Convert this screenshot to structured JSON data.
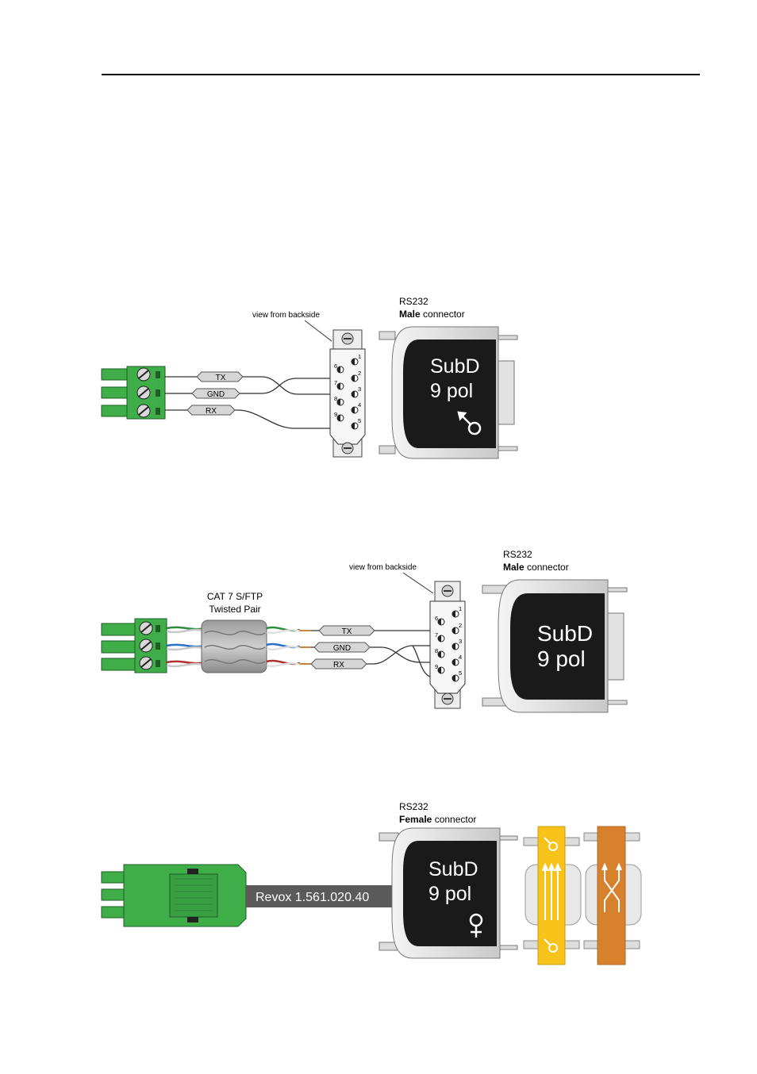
{
  "diagram1": {
    "view_label": "view from backside",
    "connector_type": "RS232",
    "connector_bold": "Male",
    "connector_rest": " connector",
    "subd_line1": "SubD",
    "subd_line2": "9 pol",
    "signals": [
      "TX",
      "GND",
      "RX"
    ],
    "pins": [
      "1",
      "2",
      "3",
      "4",
      "5",
      "6",
      "7",
      "8",
      "9"
    ]
  },
  "diagram2": {
    "view_label": "view from backside",
    "connector_type": "RS232",
    "connector_bold": "Male",
    "connector_rest": " connector",
    "cable_line1": "CAT 7  S/FTP",
    "cable_line2": "Twisted Pair",
    "subd_line1": "SubD",
    "subd_line2": "9 pol",
    "signals": [
      "TX",
      "GND",
      "RX"
    ],
    "pins": [
      "1",
      "2",
      "3",
      "4",
      "5",
      "6",
      "7",
      "8",
      "9"
    ]
  },
  "diagram3": {
    "connector_type": "RS232",
    "connector_bold": "Female",
    "connector_rest": " connector",
    "cable_label": "Revox 1.561.020.40",
    "subd_line1": "SubD",
    "subd_line2": "9 pol"
  },
  "colors": {
    "terminal_green": "#3fae49",
    "connector_black": "#1a1a1a",
    "adapter_yellow": "#f7c21a",
    "adapter_orange": "#d8812d",
    "cable_gray": "#5a5a5a"
  }
}
